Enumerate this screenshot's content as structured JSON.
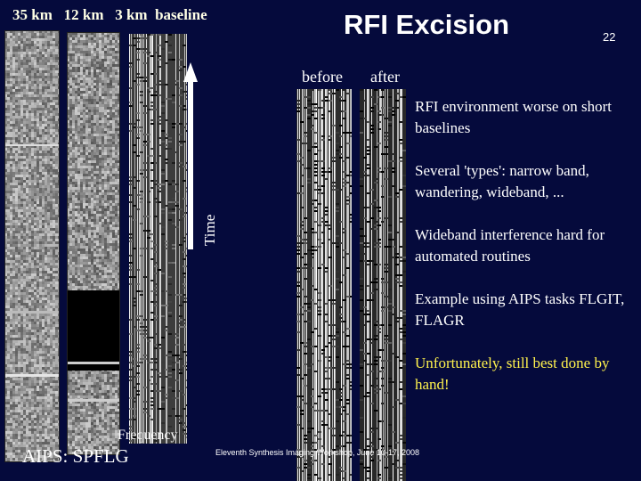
{
  "header": {
    "baseline_labels": "35 km   12 km   3 km  baseline",
    "title": "RFI Excision",
    "slide_number": "22"
  },
  "panels": {
    "before_label": "before",
    "after_label": "after",
    "time_axis": "Time",
    "frequency_axis": "Frequency",
    "task_label": "AIPS: SPFLG"
  },
  "bullets": [
    {
      "text": "RFI environment worse on short baselines"
    },
    {
      "text": "Several 'types': narrow band, wandering, wideband, ..."
    },
    {
      "text": "Wideband interference hard for automated routines"
    },
    {
      "text": "Example using AIPS tasks FLGIT, FLAGR"
    },
    {
      "text": "Unfortunately, still best done by hand!"
    }
  ],
  "footer": "Eleventh Synthesis Imaging Workshop, June 10-17, 2008",
  "colors": {
    "background": "#050a3c",
    "highlight": "#fff24d",
    "arrow": "#ffffff"
  }
}
